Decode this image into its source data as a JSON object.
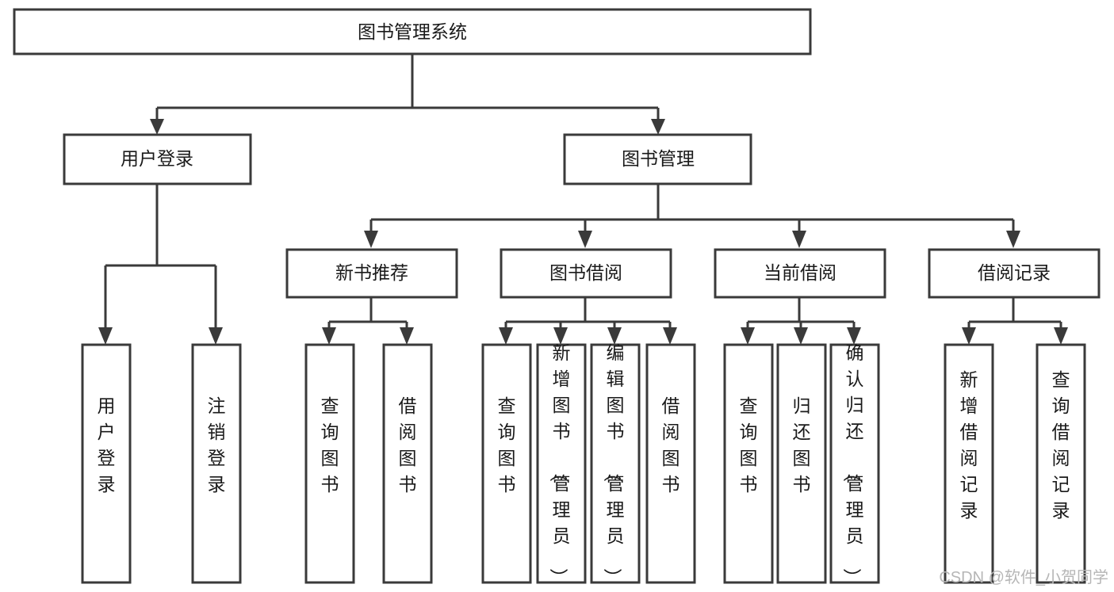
{
  "diagram": {
    "title": "图书管理系统",
    "type": "tree",
    "orientation": "top-down",
    "colors": {
      "stroke": "#3a3a3a",
      "fill": "#ffffff",
      "text": "#1a1a1a",
      "watermark": "#b6b6b6",
      "background": "#ffffff"
    },
    "root": {
      "label": "图书管理系统",
      "orientation": "horizontal"
    },
    "level2": [
      {
        "label": "用户登录",
        "orientation": "horizontal"
      },
      {
        "label": "图书管理",
        "orientation": "horizontal"
      }
    ],
    "level3": [
      {
        "label": "新书推荐",
        "orientation": "horizontal",
        "parent": "图书管理"
      },
      {
        "label": "图书借阅",
        "orientation": "horizontal",
        "parent": "图书管理"
      },
      {
        "label": "当前借阅",
        "orientation": "horizontal",
        "parent": "图书管理"
      },
      {
        "label": "借阅记录",
        "orientation": "horizontal",
        "parent": "图书管理"
      }
    ],
    "leaves": {
      "用户登录": [
        {
          "label": "用户登录",
          "orientation": "vertical"
        },
        {
          "label": "注销登录",
          "orientation": "vertical"
        }
      ],
      "新书推荐": [
        {
          "label": "查询图书",
          "orientation": "vertical"
        },
        {
          "label": "借阅图书",
          "orientation": "vertical"
        }
      ],
      "图书借阅": [
        {
          "label": "查询图书",
          "orientation": "vertical"
        },
        {
          "label": "新增图书（管理员）",
          "orientation": "vertical"
        },
        {
          "label": "编辑图书（管理员）",
          "orientation": "vertical"
        },
        {
          "label": "借阅图书",
          "orientation": "vertical"
        }
      ],
      "当前借阅": [
        {
          "label": "查询图书",
          "orientation": "vertical"
        },
        {
          "label": "归还图书",
          "orientation": "vertical"
        },
        {
          "label": "确认归还（管理员）",
          "orientation": "vertical"
        }
      ],
      "借阅记录": [
        {
          "label": "新增借阅记录",
          "orientation": "vertical"
        },
        {
          "label": "查询借阅记录",
          "orientation": "vertical"
        }
      ]
    }
  },
  "watermark": {
    "text": "CSDN @软件_小贺同学"
  }
}
